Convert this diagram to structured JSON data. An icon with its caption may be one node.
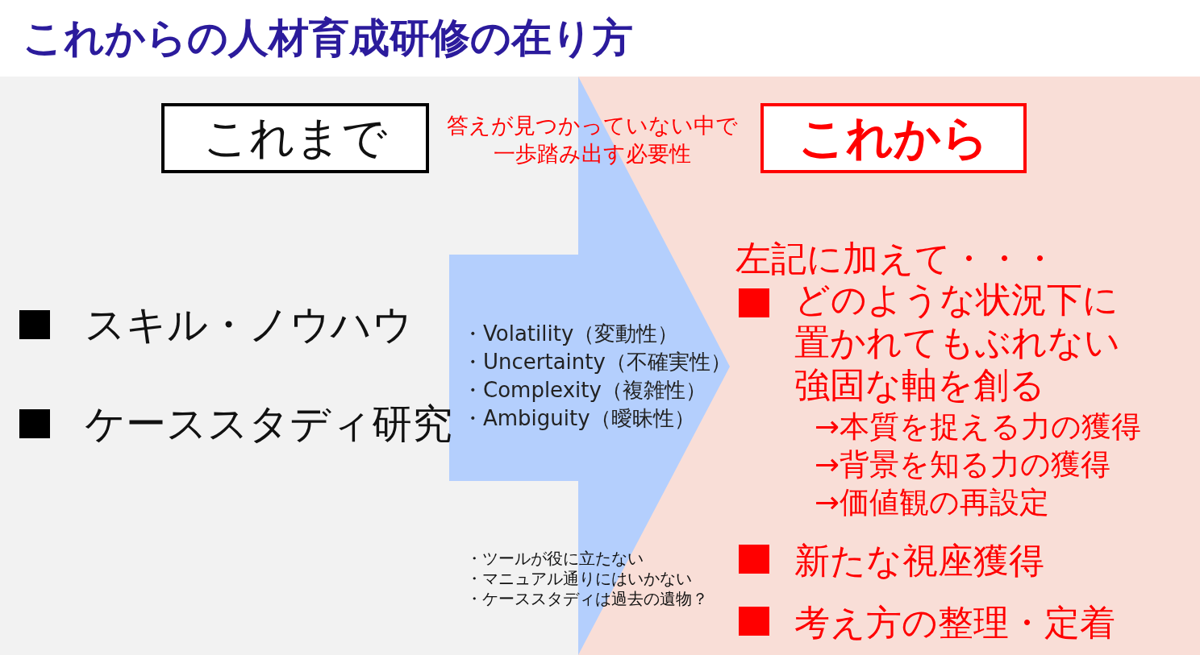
{
  "diagram": {
    "title": "これからの人材育成研修の在り方",
    "nodes": [
      {
        "text": [
          "これまで"
        ]
      },
      {
        "text": [
          "これから"
        ]
      },
      {
        "text": [
          "・Volatility（変動性）",
          "・Uncertainty（不確実性）",
          "・Complexity（複雑性）",
          "・Ambiguity（曖昧性）"
        ]
      }
    ],
    "labels": [
      "答えが見つかっていない中で一歩踏み出す必要性",
      "スキル・ノウハウ",
      "ケーススタディ研究",
      "左記に加えて・・・",
      "どのような状況下に置かれてもぶれない強固な軸を創る",
      "→本質を捉える力の獲得",
      "→背景を知る力の獲得",
      "→価値観の再設定",
      "新たな視座獲得",
      "考え方の整理・定着",
      "・ツールが役に立たない",
      "・マニュアル通りにはいかない",
      "・ケーススタディは過去の遺物？"
    ]
  }
}
